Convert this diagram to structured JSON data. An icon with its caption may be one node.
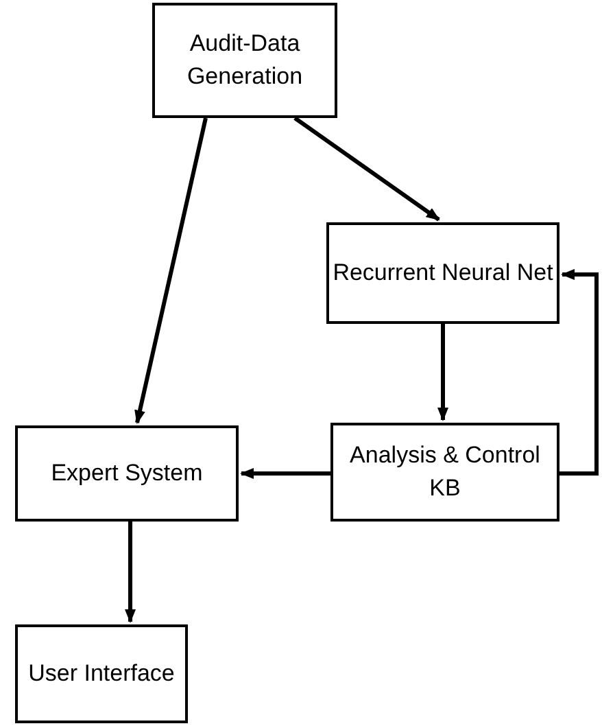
{
  "diagram": {
    "nodes": [
      {
        "text": [
          "Audit-Data Generation"
        ]
      },
      {
        "text": [
          "Recurrent Neural Net"
        ]
      },
      {
        "text": [
          "Analysis & Control KB"
        ]
      },
      {
        "text": [
          "Expert System"
        ]
      },
      {
        "text": [
          "User Interface"
        ]
      }
    ],
    "edges": [
      {
        "from": 0,
        "to": 1,
        "arrow": "to"
      },
      {
        "from": 0,
        "to": 3,
        "arrow": "to"
      },
      {
        "from": 1,
        "to": 2,
        "arrow": "to"
      },
      {
        "from": 2,
        "to": 3,
        "arrow": "to"
      },
      {
        "from": 3,
        "to": 4,
        "arrow": "to"
      },
      {
        "from": 2,
        "to": 1,
        "arrow": "to"
      }
    ]
  }
}
